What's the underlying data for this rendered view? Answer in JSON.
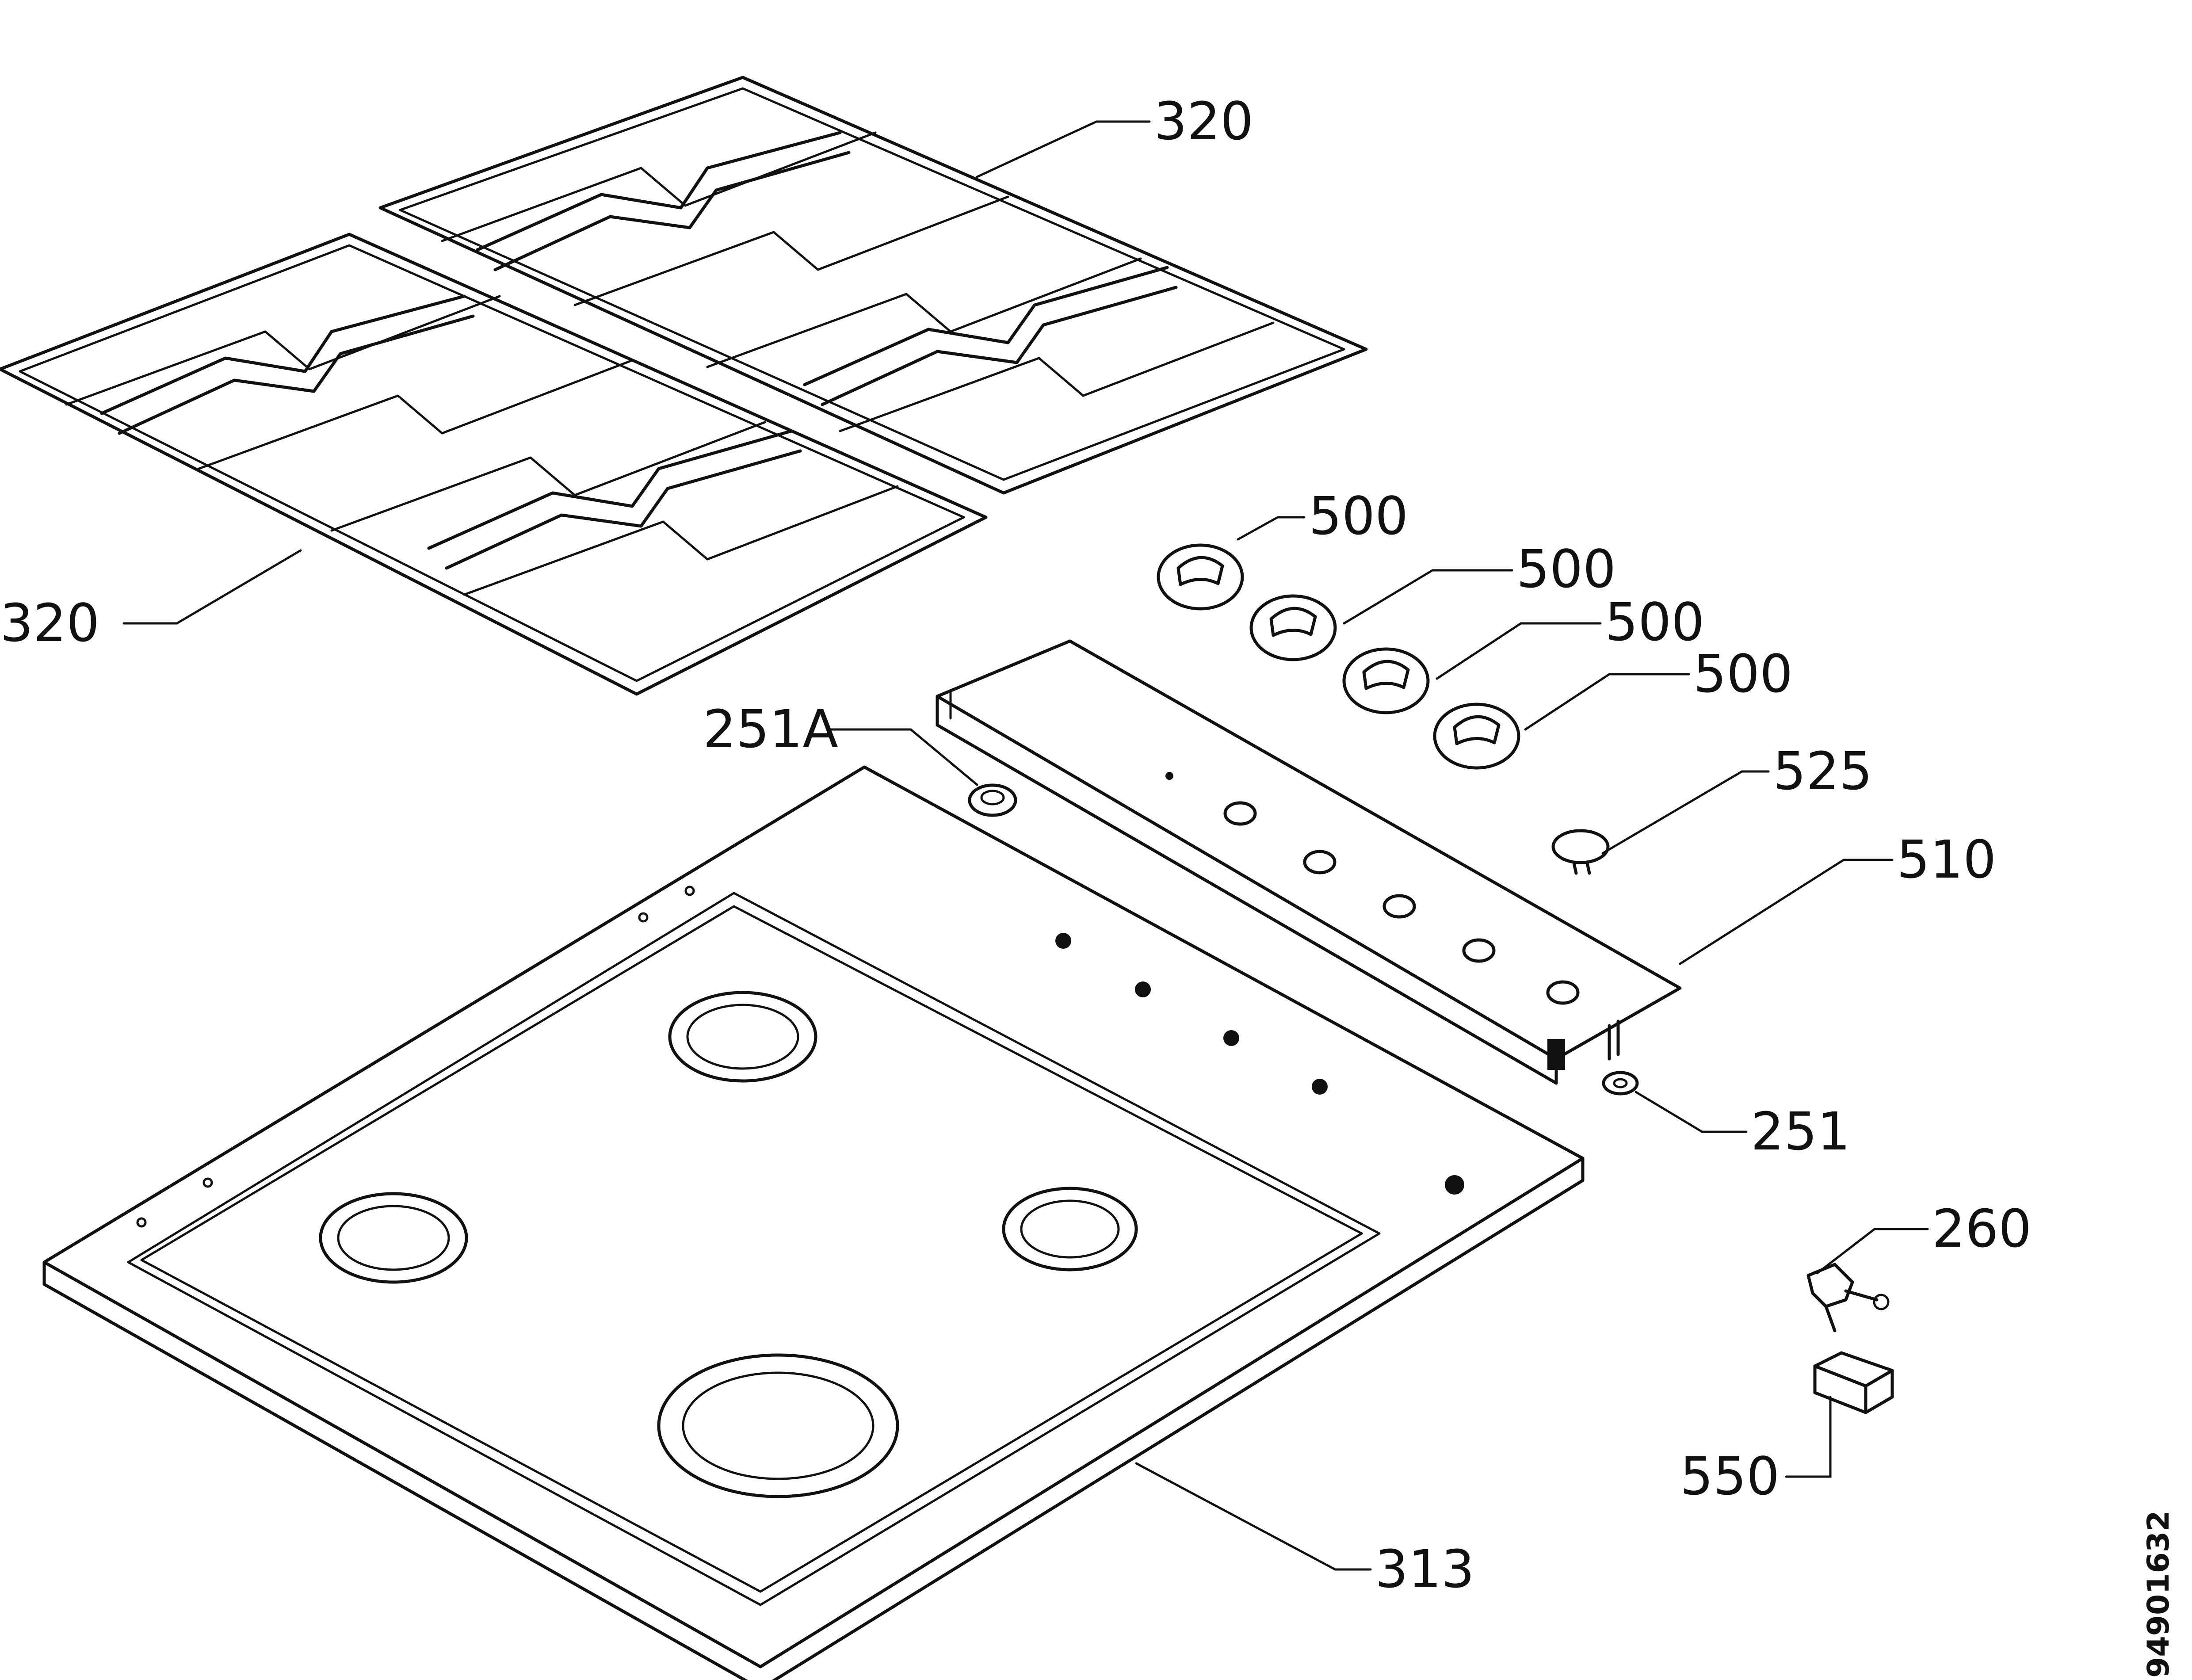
{
  "labels": {
    "grate_right": "320",
    "grate_left": "320",
    "knob_1": "500",
    "knob_2": "500",
    "knob_3": "500",
    "knob_4": "500",
    "seal_251a": "251A",
    "button_525": "525",
    "panel_510": "510",
    "washer_251": "251",
    "part_260": "260",
    "part_550": "550",
    "hob_313": "313"
  },
  "drawing_code": "94901632",
  "colors": {
    "ink": "#111111",
    "paper": "#ffffff"
  }
}
